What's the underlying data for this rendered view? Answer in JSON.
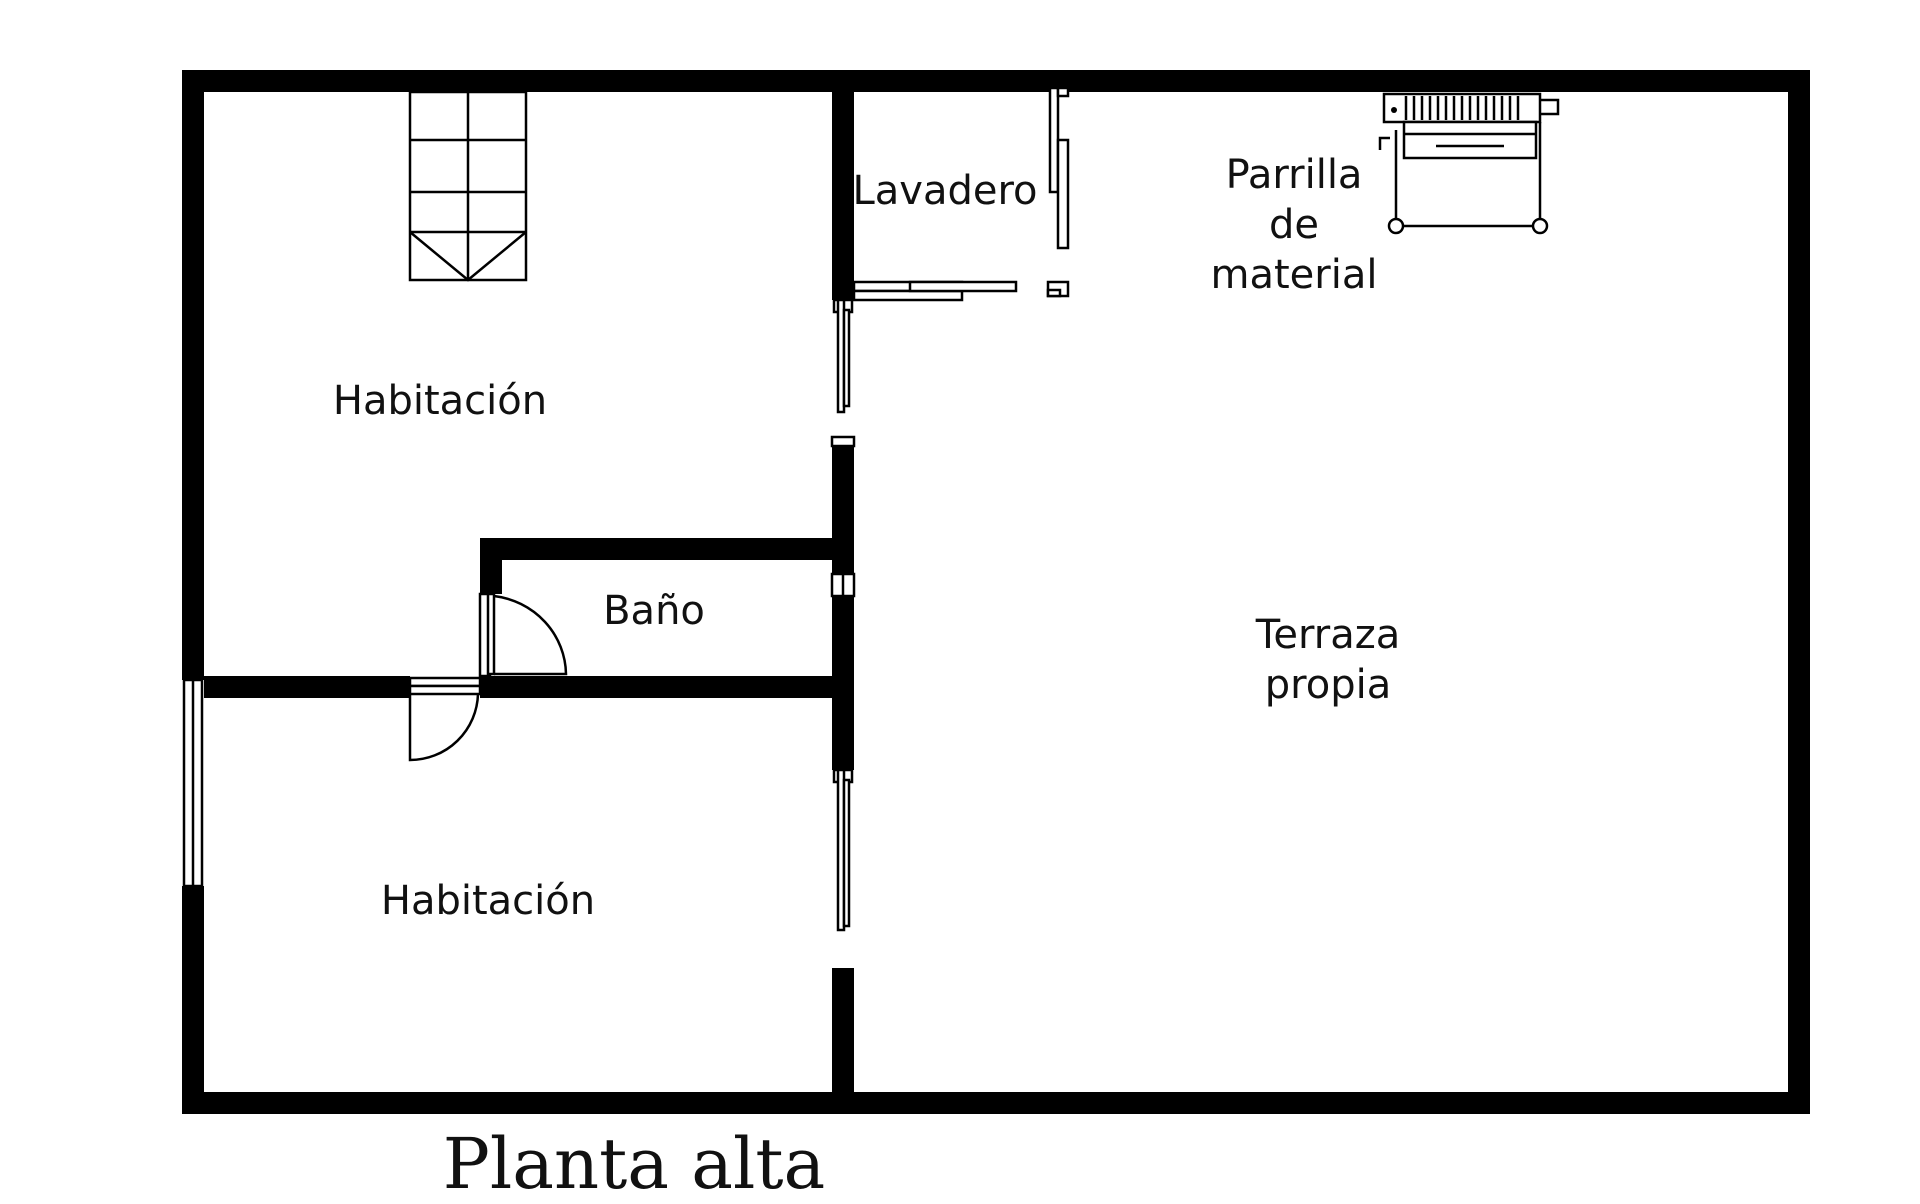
{
  "diagram": {
    "type": "floor-plan",
    "title": "Planta alta",
    "wall_color": "#000000",
    "background_color": "#ffffff",
    "rooms": [
      {
        "id": "habitacion-1",
        "label": [
          "Habitación"
        ]
      },
      {
        "id": "lavadero",
        "label": [
          "Lavadero"
        ]
      },
      {
        "id": "parrilla",
        "label": [
          "Parrilla",
          "de",
          "material"
        ]
      },
      {
        "id": "bano",
        "label": [
          "Baño"
        ]
      },
      {
        "id": "terraza",
        "label": [
          "Terraza",
          "propia"
        ]
      },
      {
        "id": "habitacion-2",
        "label": [
          "Habitación"
        ]
      }
    ],
    "symbols": [
      "staircase",
      "swing-door",
      "sliding-door",
      "window",
      "barbecue-grill"
    ]
  }
}
